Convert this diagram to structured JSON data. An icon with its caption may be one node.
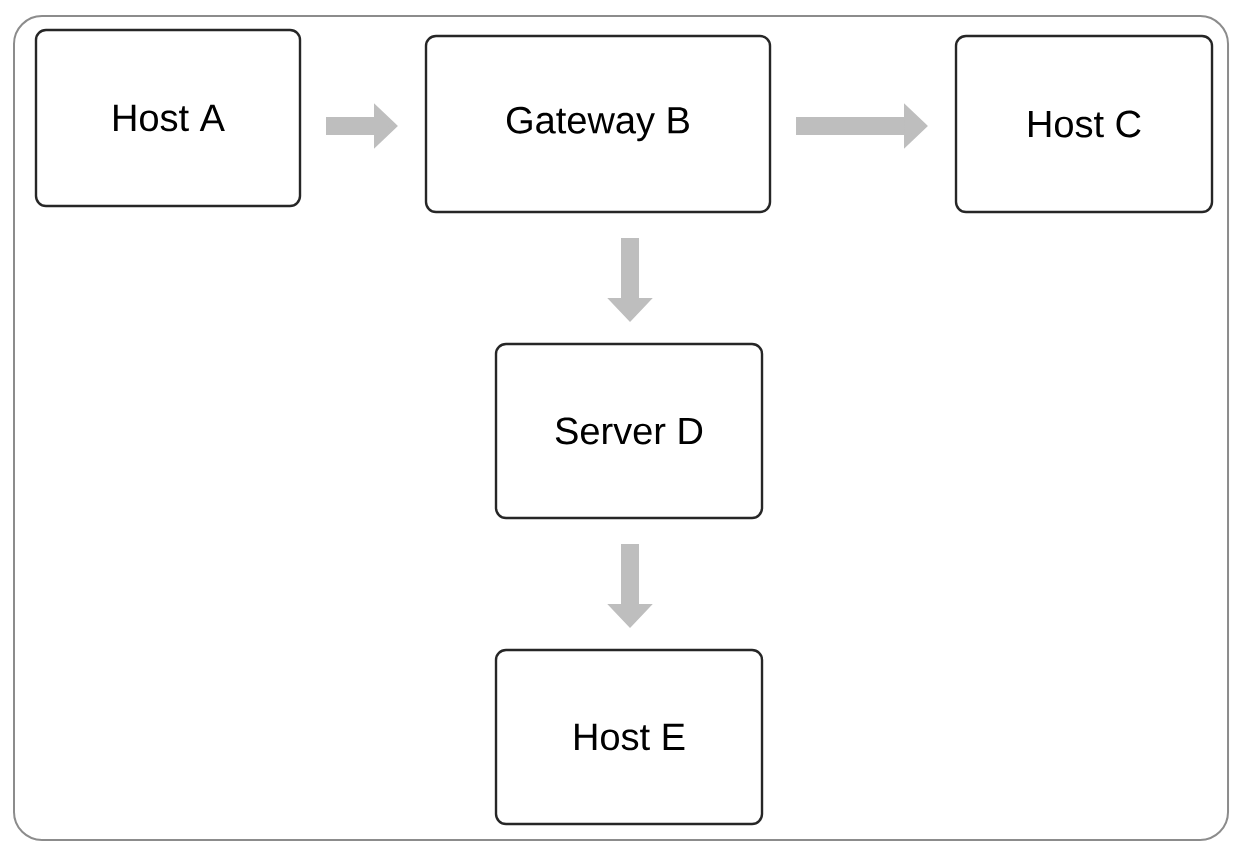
{
  "diagram": {
    "nodes": [
      {
        "text": [
          "Host A"
        ]
      },
      {
        "text": [
          "Gateway B"
        ]
      },
      {
        "text": [
          "Host C"
        ]
      },
      {
        "text": [
          "Server D"
        ]
      },
      {
        "text": [
          "Host E"
        ]
      }
    ],
    "edges": [
      {
        "from": 0,
        "to": 1,
        "arrow": "to"
      },
      {
        "from": 1,
        "to": 2,
        "arrow": "to"
      },
      {
        "from": 1,
        "to": 3,
        "arrow": "to"
      },
      {
        "from": 3,
        "to": 4,
        "arrow": "to"
      }
    ]
  }
}
